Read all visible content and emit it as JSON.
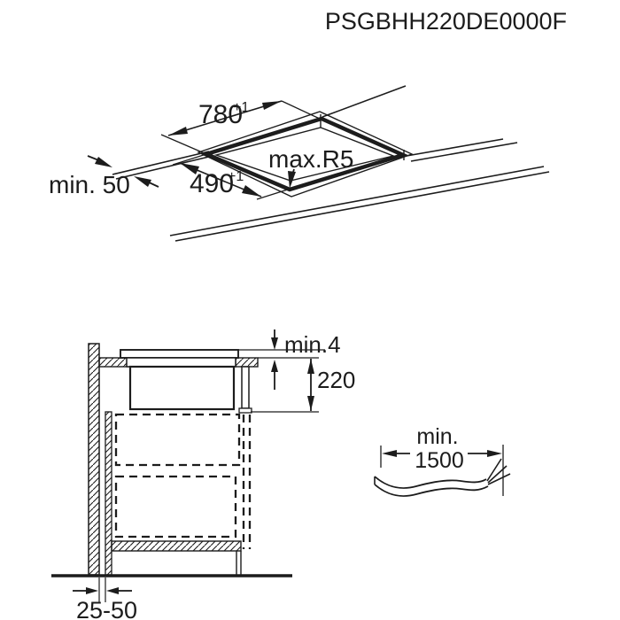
{
  "title": "PSGBHH220DE0000F",
  "cutout_view": {
    "width": "780",
    "width_tol": "+1",
    "depth": "490",
    "depth_tol": "+1",
    "corner_radius": "max.R5",
    "front_clearance": "min. 50"
  },
  "side_view": {
    "top_overlap": "min.4",
    "build_height": "220",
    "wall_gap": "25-50"
  },
  "cable": {
    "min_word": "min.",
    "length": "1500"
  },
  "colors": {
    "ink": "#1c1c1c",
    "background": "#ffffff"
  }
}
